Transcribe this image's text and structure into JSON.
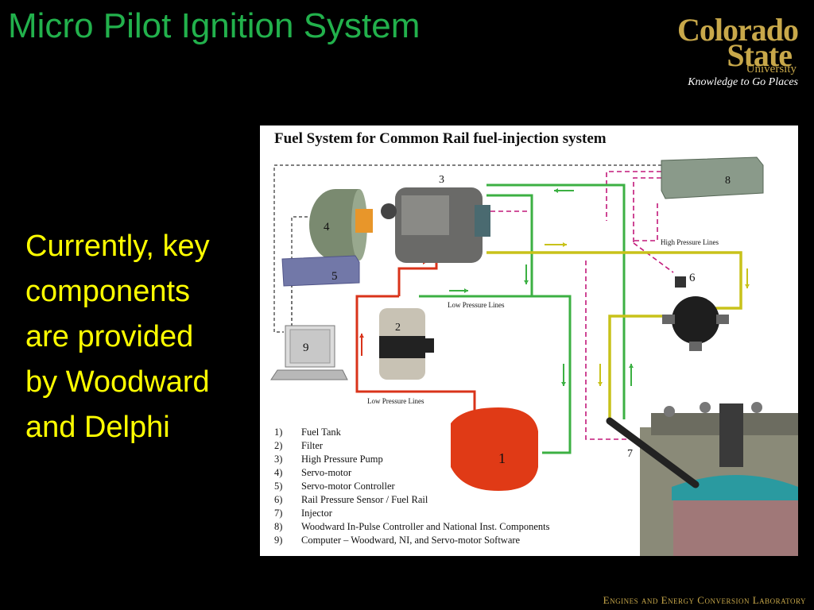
{
  "slide": {
    "title": "Micro Pilot Ignition System",
    "body_lines": [
      "Currently, key",
      "components",
      "are provided",
      "by Woodward",
      "and Delphi"
    ],
    "footer": "Engines and Energy Conversion Laboratory"
  },
  "logo": {
    "line1": "Colorado",
    "line2": "State",
    "line3": "University",
    "tagline": "Knowledge to Go Places"
  },
  "figure": {
    "title": "Fuel System for Common Rail fuel-injection system",
    "component_numbers": [
      "1",
      "2",
      "3",
      "4",
      "5",
      "6",
      "7",
      "8",
      "9"
    ],
    "line_labels": {
      "high_pressure": "High Pressure Lines",
      "low_pressure_top": "Low Pressure Lines",
      "low_pressure_bottom": "Low Pressure Lines"
    },
    "legend": [
      {
        "num": "1)",
        "text": "Fuel Tank"
      },
      {
        "num": "2)",
        "text": "Filter"
      },
      {
        "num": "3)",
        "text": "High Pressure Pump"
      },
      {
        "num": "4)",
        "text": "Servo-motor"
      },
      {
        "num": "5)",
        "text": "Servo-motor Controller"
      },
      {
        "num": "6)",
        "text": "Rail Pressure Sensor / Fuel Rail"
      },
      {
        "num": "7)",
        "text": "Injector"
      },
      {
        "num": "8)",
        "text": "Woodward In-Pulse Controller and National Inst. Components"
      },
      {
        "num": "9)",
        "text": "Computer – Woodward, NI, and Servo-motor Software"
      }
    ],
    "colors": {
      "low_pressure_supply": "#d9331a",
      "low_pressure_return": "#3cb043",
      "high_pressure": "#c8c21a",
      "signal": "#c2187a",
      "control": "#333333"
    }
  }
}
